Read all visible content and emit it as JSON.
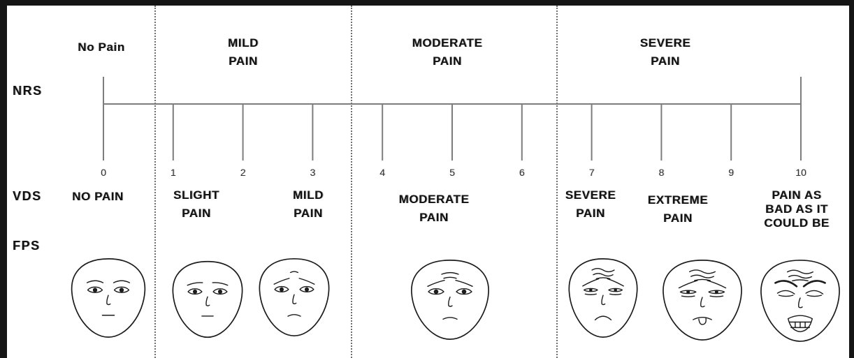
{
  "row_labels": {
    "nrs": "NRS",
    "vds": "VDS",
    "fps": "FPS"
  },
  "sections": [
    {
      "lines": [
        "No Pain"
      ]
    },
    {
      "lines": [
        "MILD",
        "PAIN"
      ]
    },
    {
      "lines": [
        "MODERATE",
        "PAIN"
      ]
    },
    {
      "lines": [
        "SEVERE",
        "PAIN"
      ]
    }
  ],
  "nrs": {
    "ticks": [
      0,
      1,
      2,
      3,
      4,
      5,
      6,
      7,
      8,
      9,
      10
    ]
  },
  "vds": [
    {
      "lines": [
        "NO PAIN"
      ]
    },
    {
      "lines": [
        "SLIGHT",
        "PAIN"
      ]
    },
    {
      "lines": [
        "MILD",
        "PAIN"
      ]
    },
    {
      "lines": [
        "MODERATE",
        "PAIN"
      ]
    },
    {
      "lines": [
        "SEVERE",
        "PAIN"
      ]
    },
    {
      "lines": [
        "EXTREME",
        "PAIN"
      ]
    },
    {
      "lines": [
        "PAIN AS",
        "BAD AS IT",
        "COULD BE"
      ]
    }
  ],
  "fps": {
    "face_icons": [
      "no-pain-face-icon",
      "slight-pain-face-icon",
      "mild-pain-face-icon",
      "moderate-pain-face-icon",
      "severe-pain-face-icon",
      "extreme-pain-face-icon",
      "worst-pain-face-icon"
    ]
  },
  "colors": {
    "background": "#ffffff",
    "ink": "#111111",
    "axis": "#7d7d7d",
    "frame": "#151515",
    "divider": "#6e6e6e",
    "face_stroke": "#1c1c1c"
  }
}
